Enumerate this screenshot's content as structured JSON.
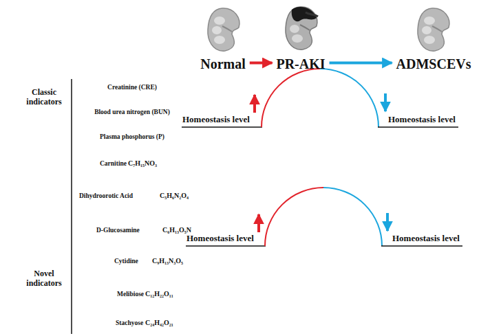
{
  "diagram": {
    "nodes": [
      {
        "text": [
          "Normal"
        ]
      },
      {
        "text": [
          "PR-AKI"
        ]
      },
      {
        "text": [
          "ADMSCEVs"
        ]
      }
    ],
    "edges": [
      {
        "from": 0,
        "to": 1,
        "arrow": "to"
      },
      {
        "from": 1,
        "to": 2,
        "arrow": "to"
      }
    ],
    "labels": [
      "Classic indicators",
      "Creatinine (CRE)",
      "Blood urea nitrogen (BUN)",
      "Plasma phosphorus (P)",
      "Novel indicators",
      "Carnitine",
      "C₇H₁₅NO₃",
      "Dihydroorotic Acid",
      "C₅H₆N₂O₄",
      "D-Glucosamine",
      "C₆H₁₃O₅N",
      "Cytidine",
      "C₉H₁₃N₃O₅",
      "Melibiose",
      "C₁₂H₂₂O₁₁",
      "Stachyose",
      "C₂₄H₄₂O₂₁",
      "Homeostasis level",
      "Homeostasis level",
      "Homeostasis level",
      "Homeostasis level"
    ]
  }
}
